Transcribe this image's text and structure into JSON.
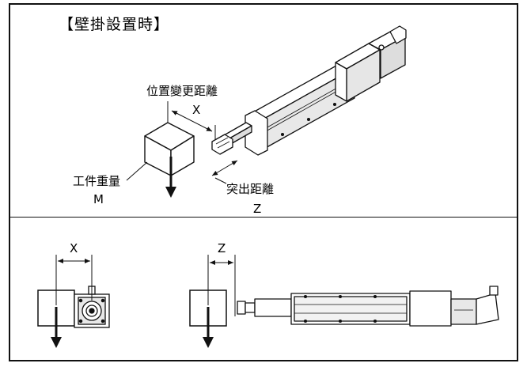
{
  "title": "【壁掛設置時】",
  "labels": {
    "position_change_distance": "位置變更距離",
    "x_top": "X",
    "workpiece_weight": "工件重量",
    "m": "M",
    "protrusion_distance": "突出距離",
    "z_top": "Z",
    "x_bottom": "X",
    "z_bottom": "Z"
  },
  "colors": {
    "line": "#111111",
    "fill": "#ffffff",
    "shade": "#e6e6e6",
    "dark": "#bdbdbd"
  }
}
